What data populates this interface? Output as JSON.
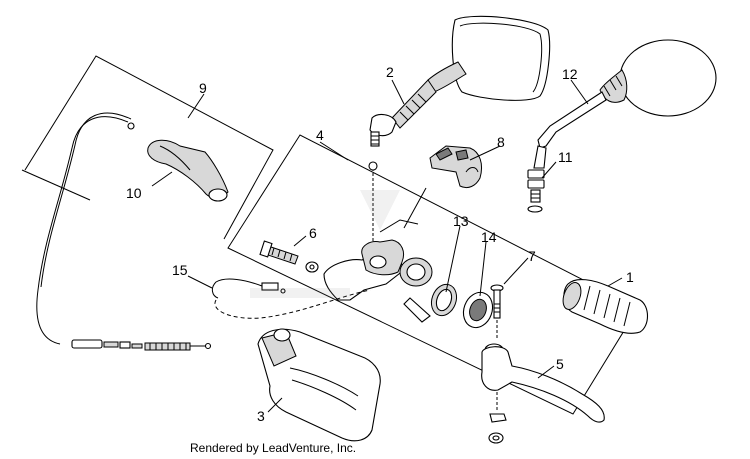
{
  "diagram": {
    "callouts": [
      {
        "id": "1",
        "label": "1"
      },
      {
        "id": "2",
        "label": "2"
      },
      {
        "id": "3",
        "label": "3"
      },
      {
        "id": "4",
        "label": "4"
      },
      {
        "id": "5",
        "label": "5"
      },
      {
        "id": "6",
        "label": "6"
      },
      {
        "id": "7",
        "label": "7"
      },
      {
        "id": "8",
        "label": "8"
      },
      {
        "id": "9",
        "label": "9"
      },
      {
        "id": "10",
        "label": "10"
      },
      {
        "id": "11",
        "label": "11"
      },
      {
        "id": "12",
        "label": "12"
      },
      {
        "id": "13",
        "label": "13"
      },
      {
        "id": "14",
        "label": "14"
      },
      {
        "id": "15",
        "label": "15"
      }
    ],
    "footer": "Rendered by LeadVenture, Inc."
  }
}
